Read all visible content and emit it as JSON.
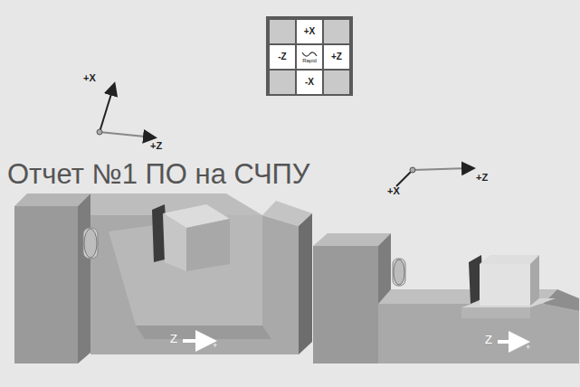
{
  "diagram": {
    "nodes": [
      {
        "text": [
          "+X"
        ]
      },
      {
        "text": [
          "-Z"
        ]
      },
      {
        "text": [
          "Rapid"
        ]
      },
      {
        "text": [
          "+Z"
        ]
      },
      {
        "text": [
          "-X"
        ]
      }
    ],
    "labels": [
      "+X",
      "+Z",
      "Отчет №1 ПО на СЧПУ",
      "+X",
      "+Z",
      "Z",
      "+",
      "Z",
      "+"
    ]
  }
}
